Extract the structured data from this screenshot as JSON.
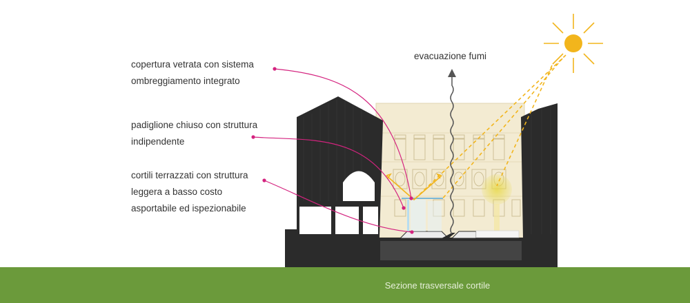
{
  "annotations": [
    {
      "id": "copertura",
      "lines": [
        "copertura vetrata con sistema",
        "ombreggiamento integrato"
      ]
    },
    {
      "id": "padiglione",
      "lines": [
        "padiglione chiuso con struttura",
        "indipendente"
      ]
    },
    {
      "id": "cortili",
      "lines": [
        "cortili terrazzati con struttura",
        "leggera a basso costo",
        "asportabile ed ispezionabile"
      ]
    }
  ],
  "smoke_label": "evacuazione fumi",
  "caption": "Sezione trasversale cortile",
  "colors": {
    "leader": "#d4237f",
    "sun": "#f2b51c",
    "building_dark": "#2b2b2b",
    "facade": "#f3ebd2",
    "ground_band": "#6b9a3b"
  },
  "icons": [
    "sun-icon",
    "arrow-up-icon"
  ]
}
